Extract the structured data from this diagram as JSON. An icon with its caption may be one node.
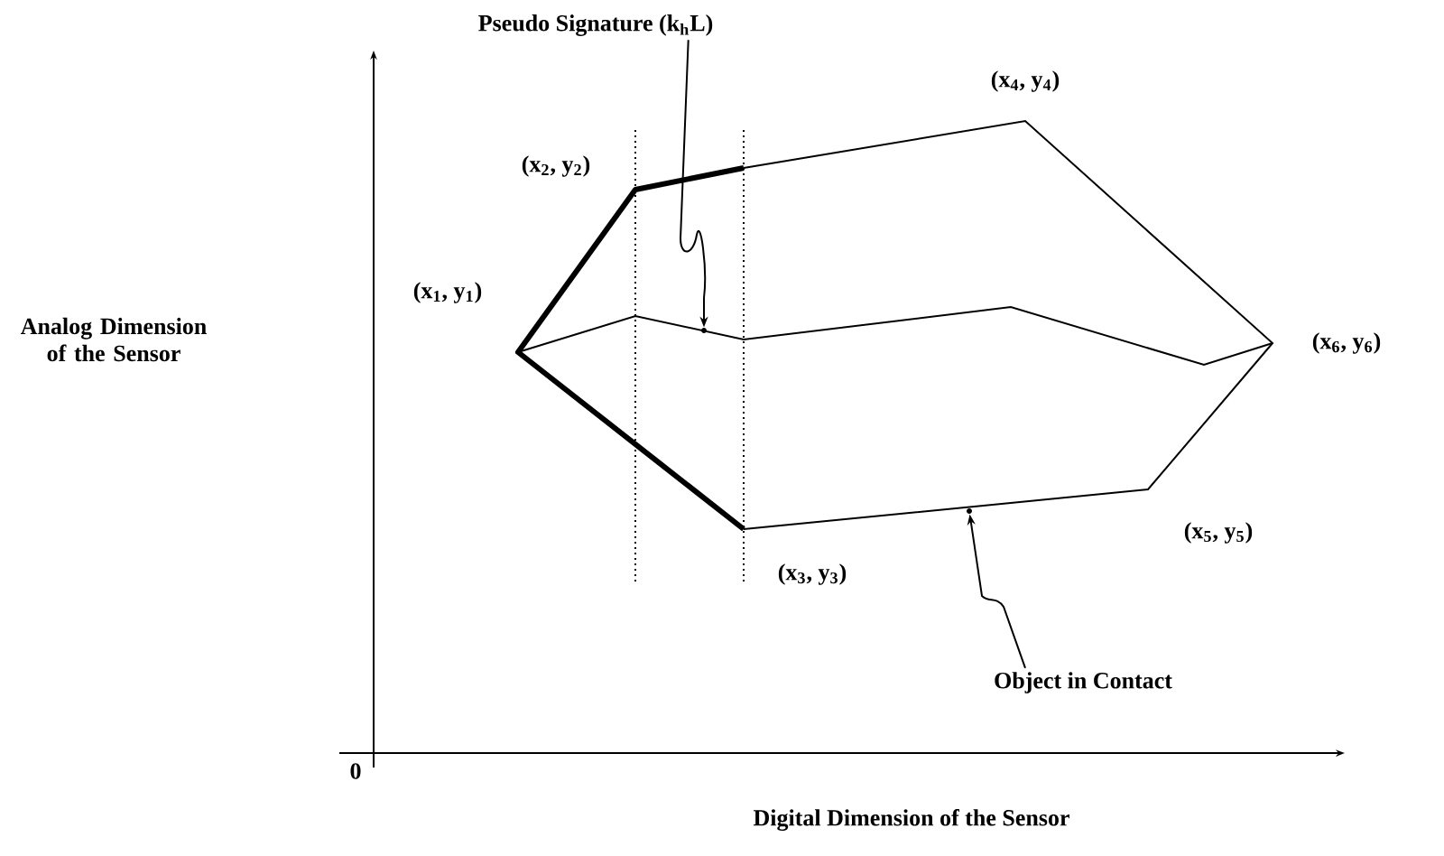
{
  "diagram": {
    "nodes": [
      {
        "text": [
          "Pseudo Signature (k$_{h}$L)"
        ]
      },
      {
        "text": [],
        "shape": "point"
      },
      {
        "text": [
          "Object in Contact"
        ]
      },
      {
        "text": [],
        "shape": "point"
      }
    ],
    "edges": [
      {
        "from": 0,
        "to": 1,
        "arrow": "to"
      },
      {
        "from": 2,
        "to": 3,
        "arrow": "to"
      }
    ],
    "labels": [
      "(x$_{4}$, y$_{4}$)",
      "(x$_{2}$, y$_{2}$)",
      "(x$_{1}$, y$_{1}$)",
      "Analog Dimension of the Sensor",
      "(x$_{6}$, y$_{6}$)",
      "(x$_{5}$, y$_{5}$)",
      "(x$_{3}$, y$_{3}$)",
      "0",
      "Digital Dimension of the Sensor"
    ]
  }
}
